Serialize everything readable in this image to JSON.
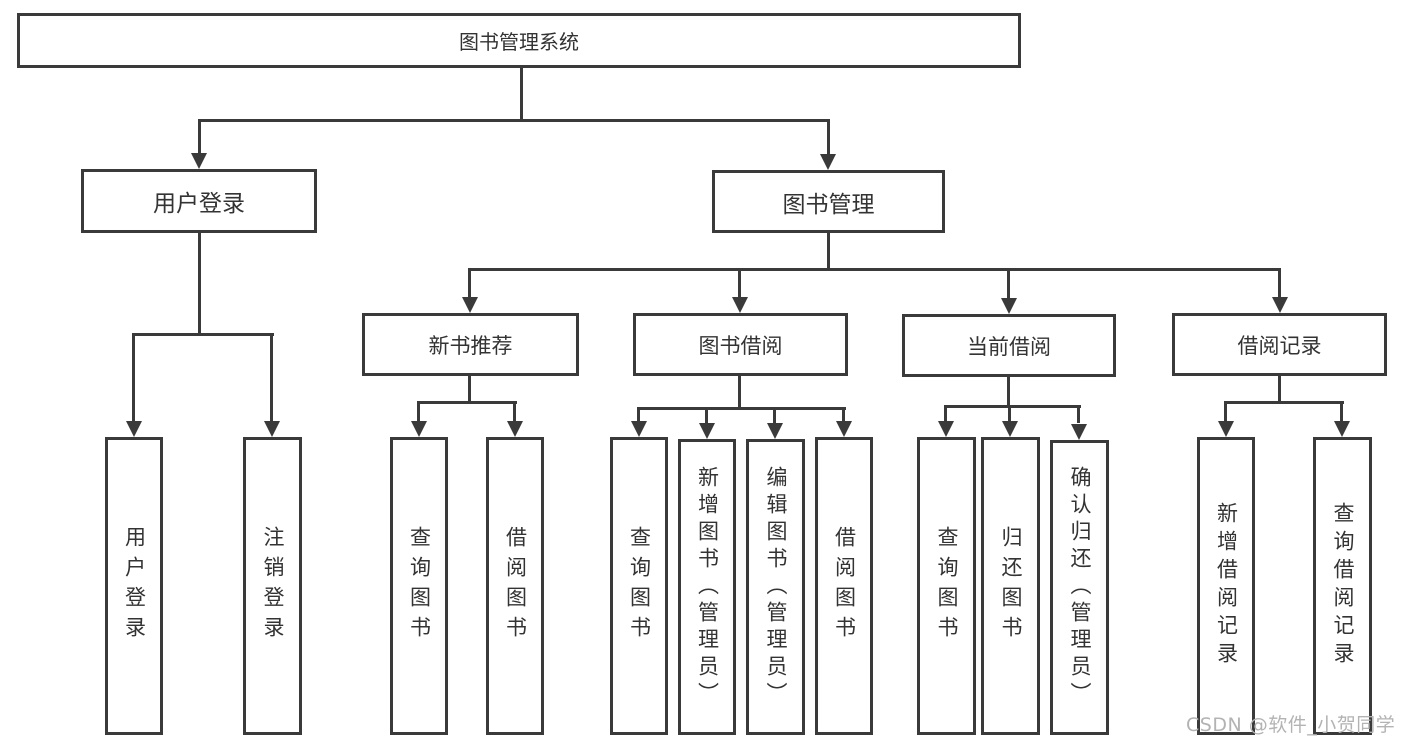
{
  "diagram_title": "图书管理系统",
  "colors": {
    "line": "#3a3a3a",
    "box_border": "#3a3a3a",
    "text": "#333333",
    "background": "#ffffff",
    "watermark": "#b3b3b3"
  },
  "watermark": "CSDN @软件_小贺同学",
  "nodes": {
    "root": {
      "label": "图书管理系统"
    },
    "user_login": {
      "label": "用户登录"
    },
    "book_mgmt": {
      "label": "图书管理"
    },
    "new_book_rec": {
      "label": "新书推荐"
    },
    "book_borrow": {
      "label": "图书借阅"
    },
    "current_borrow": {
      "label": "当前借阅"
    },
    "borrow_records": {
      "label": "借阅记录"
    },
    "leaf_user_login": {
      "label": "用户登录"
    },
    "leaf_logout": {
      "label": "注销登录"
    },
    "leaf_rec_query": {
      "label": "查询图书"
    },
    "leaf_rec_borrow": {
      "label": "借阅图书"
    },
    "leaf_bb_query": {
      "label": "查询图书"
    },
    "leaf_bb_add": {
      "label": "新增图书（管理员）"
    },
    "leaf_bb_edit": {
      "label": "编辑图书（管理员）"
    },
    "leaf_bb_borrow": {
      "label": "借阅图书"
    },
    "leaf_cb_query": {
      "label": "查询图书"
    },
    "leaf_cb_return": {
      "label": "归还图书"
    },
    "leaf_cb_confirm": {
      "label": "确认归还（管理员）"
    },
    "leaf_br_add": {
      "label": "新增借阅记录"
    },
    "leaf_br_query": {
      "label": "查询借阅记录"
    }
  },
  "hierarchy": {
    "图书管理系统": {
      "用户登录": [
        "用户登录",
        "注销登录"
      ],
      "图书管理": {
        "新书推荐": [
          "查询图书",
          "借阅图书"
        ],
        "图书借阅": [
          "查询图书",
          "新增图书（管理员）",
          "编辑图书（管理员）",
          "借阅图书"
        ],
        "当前借阅": [
          "查询图书",
          "归还图书",
          "确认归还（管理员）"
        ],
        "借阅记录": [
          "新增借阅记录",
          "查询借阅记录"
        ]
      }
    }
  }
}
